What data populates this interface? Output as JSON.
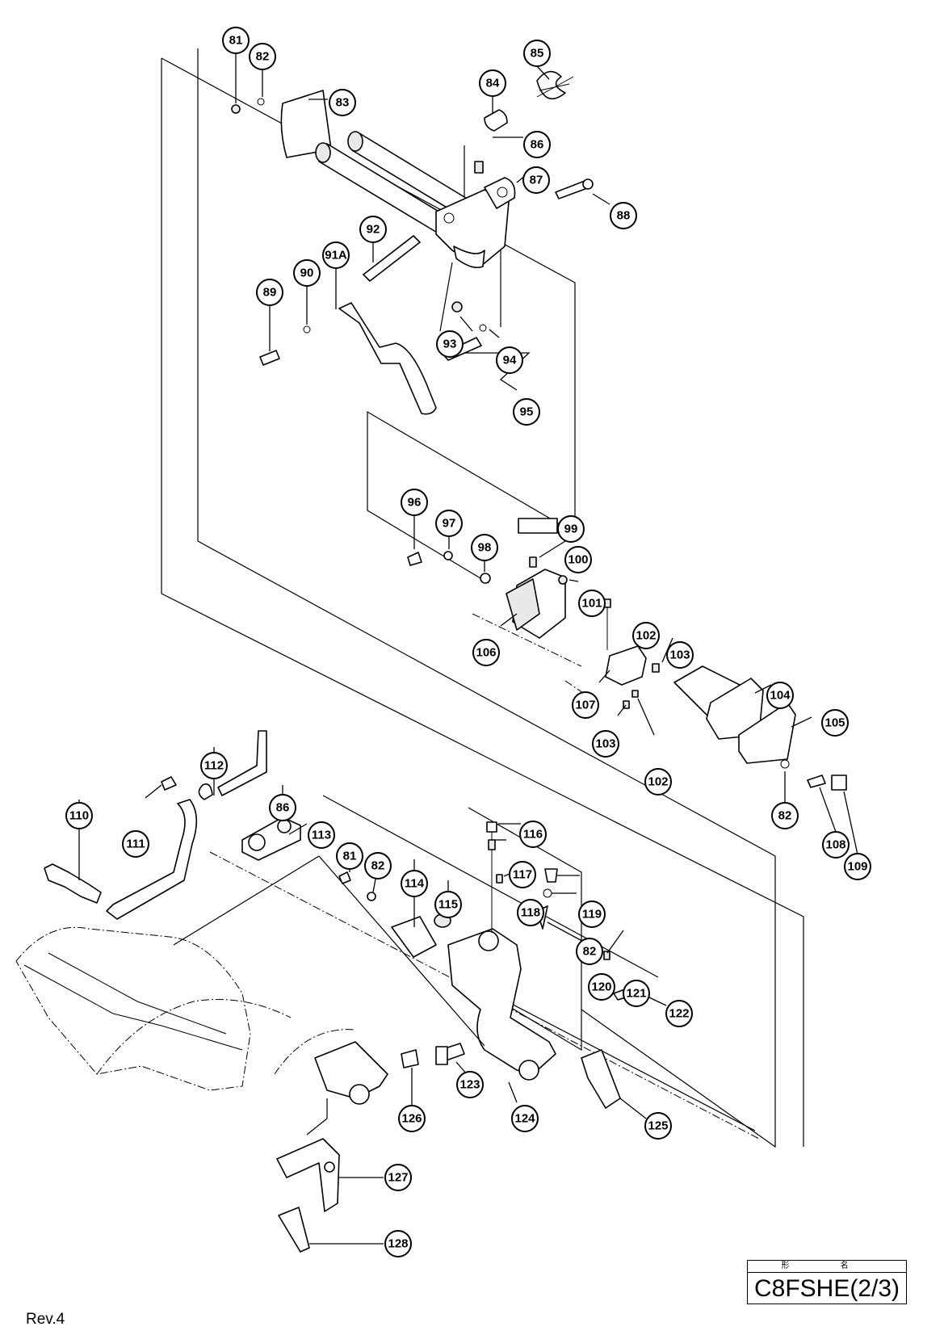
{
  "diagram": {
    "model_caption": "形 名",
    "model_name": "C8FSHE(2/3)",
    "revision": "Rev.4",
    "callouts": [
      {
        "label": "81"
      },
      {
        "label": "82"
      },
      {
        "label": "83"
      },
      {
        "label": "84"
      },
      {
        "label": "85"
      },
      {
        "label": "86"
      },
      {
        "label": "87"
      },
      {
        "label": "88"
      },
      {
        "label": "89"
      },
      {
        "label": "90"
      },
      {
        "label": "91A"
      },
      {
        "label": "92"
      },
      {
        "label": "93"
      },
      {
        "label": "94"
      },
      {
        "label": "95"
      },
      {
        "label": "96"
      },
      {
        "label": "97"
      },
      {
        "label": "98"
      },
      {
        "label": "99"
      },
      {
        "label": "100"
      },
      {
        "label": "101"
      },
      {
        "label": "102"
      },
      {
        "label": "103"
      },
      {
        "label": "104"
      },
      {
        "label": "105"
      },
      {
        "label": "106"
      },
      {
        "label": "107"
      },
      {
        "label": "103"
      },
      {
        "label": "102"
      },
      {
        "label": "110"
      },
      {
        "label": "111"
      },
      {
        "label": "112"
      },
      {
        "label": "86"
      },
      {
        "label": "113"
      },
      {
        "label": "81"
      },
      {
        "label": "82"
      },
      {
        "label": "114"
      },
      {
        "label": "115"
      },
      {
        "label": "116"
      },
      {
        "label": "117"
      },
      {
        "label": "118"
      },
      {
        "label": "119"
      },
      {
        "label": "82"
      },
      {
        "label": "120"
      },
      {
        "label": "121"
      },
      {
        "label": "122"
      },
      {
        "label": "123"
      },
      {
        "label": "124"
      },
      {
        "label": "125"
      },
      {
        "label": "126"
      },
      {
        "label": "127"
      },
      {
        "label": "128"
      },
      {
        "label": "82"
      },
      {
        "label": "108"
      },
      {
        "label": "109"
      }
    ]
  }
}
